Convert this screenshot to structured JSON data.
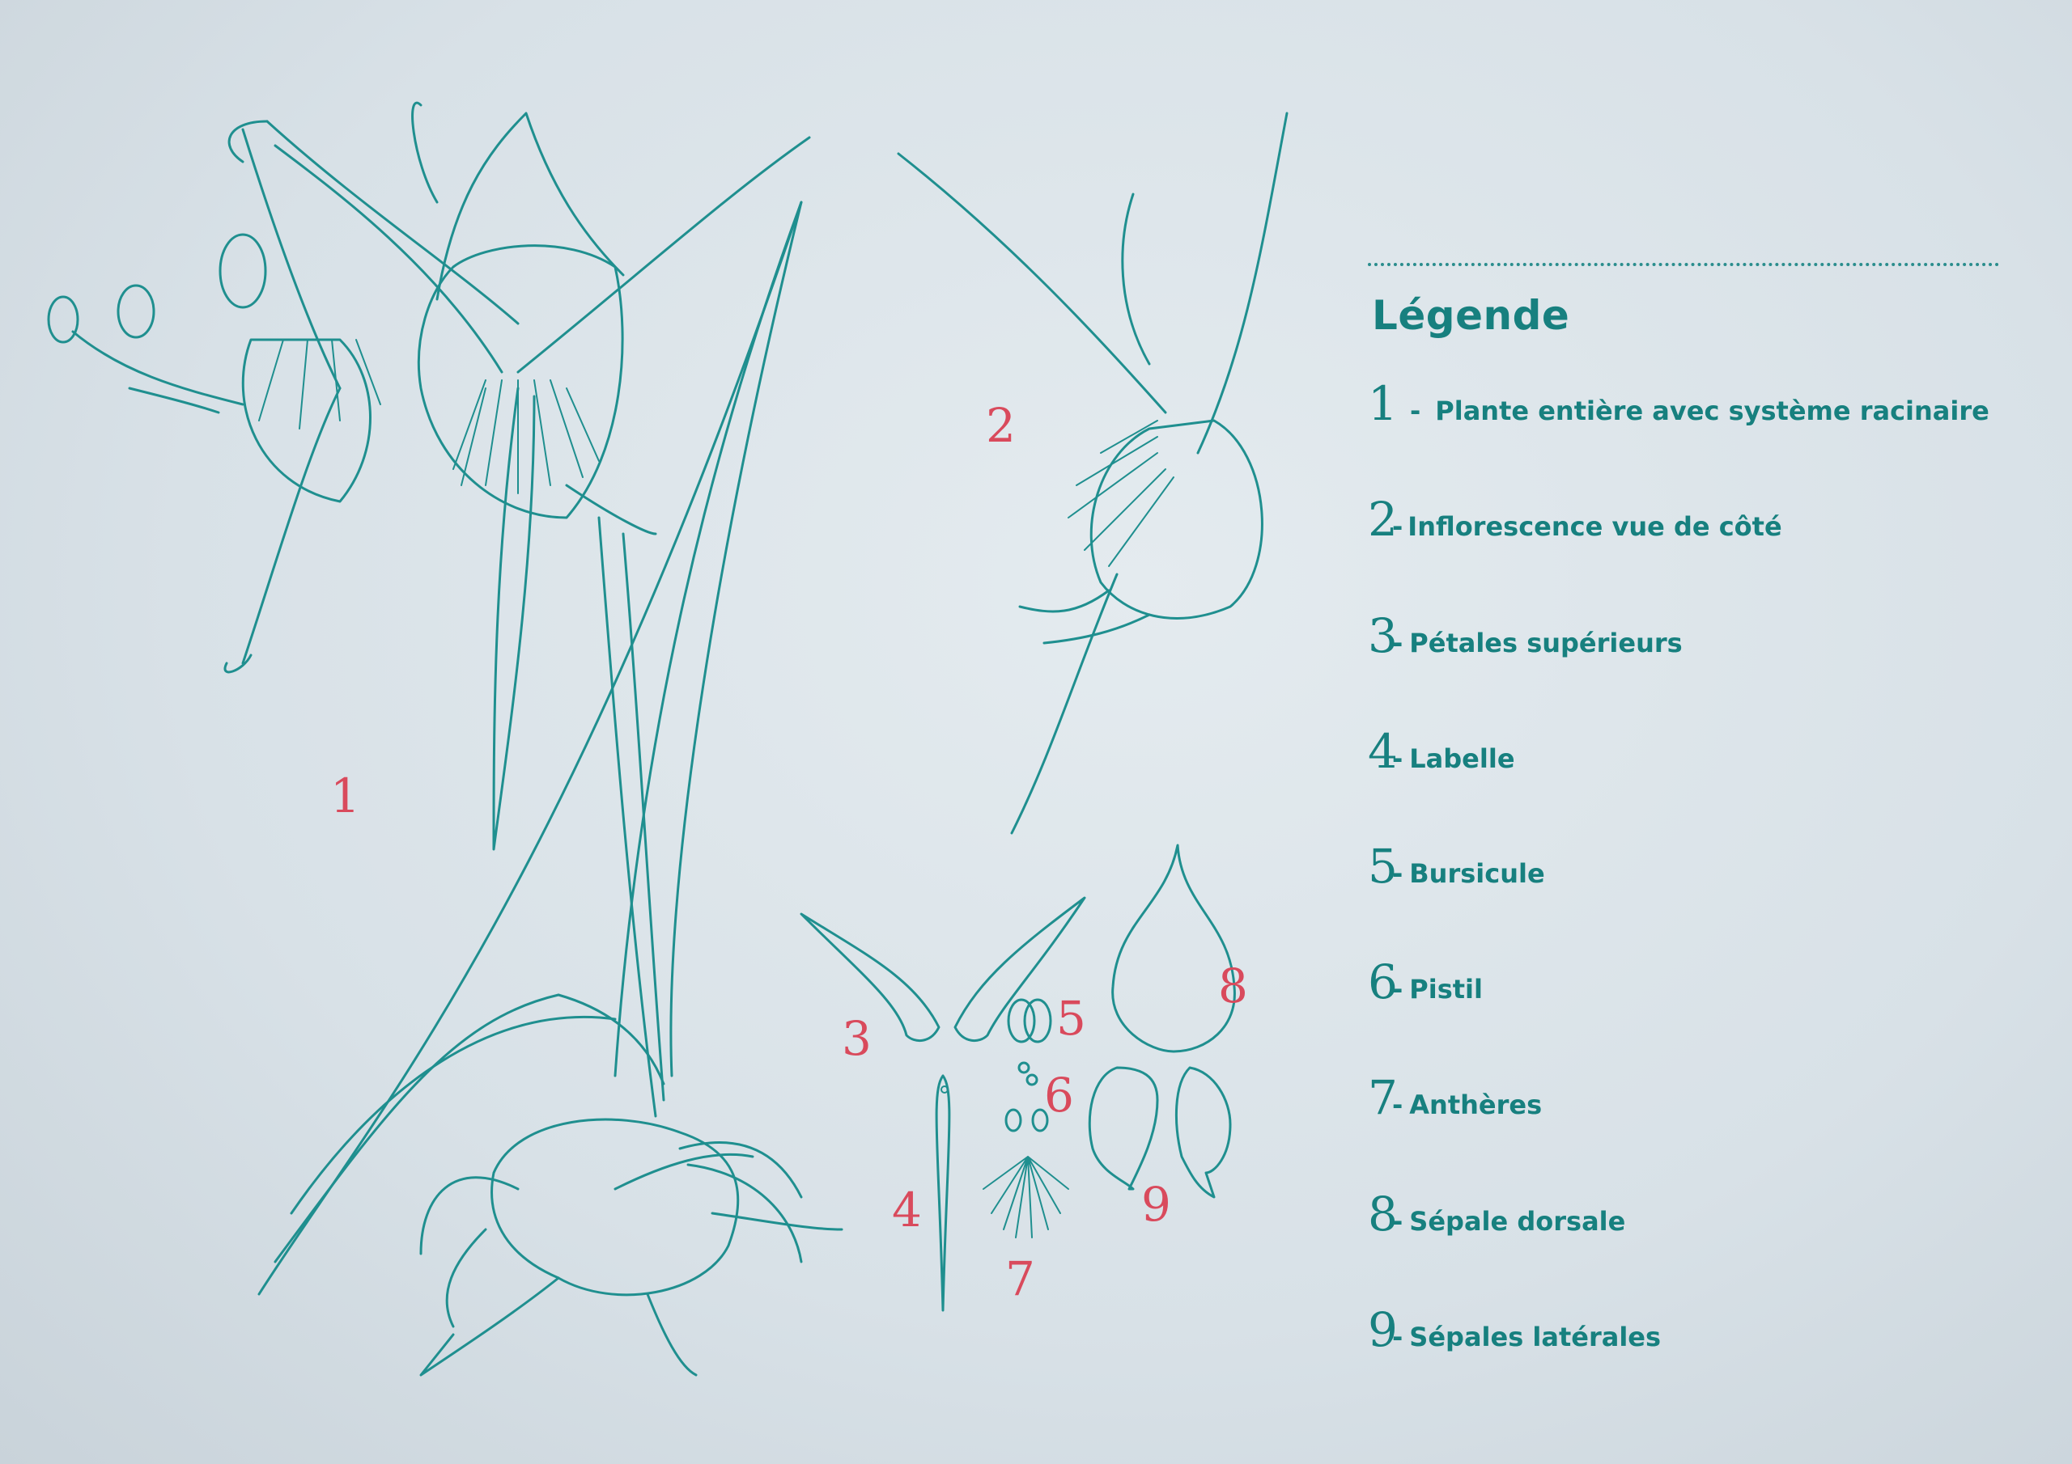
{
  "plate_numbers": [
    "1",
    "2",
    "3",
    "4",
    "5",
    "6",
    "7",
    "8",
    "9"
  ],
  "legend": {
    "title": "Légende",
    "items": [
      {
        "num": "1",
        "sep": " -",
        "text": "Plante entière avec système racinaire"
      },
      {
        "num": "2",
        "sep": "-",
        "text": "Inflorescence vue de côté"
      },
      {
        "num": "3",
        "sep": " -",
        "text": "Pétales supérieurs"
      },
      {
        "num": "4",
        "sep": " -",
        "text": "Labelle"
      },
      {
        "num": "5",
        "sep": " -",
        "text": "Bursicule"
      },
      {
        "num": "6",
        "sep": " -",
        "text": "Pistil"
      },
      {
        "num": "7",
        "sep": " -",
        "text": "Anthères"
      },
      {
        "num": "8",
        "sep": " -",
        "text": "Sépale dorsale"
      },
      {
        "num": "9",
        "sep": " -",
        "text": "Sépales latérales"
      }
    ]
  },
  "colors": {
    "ink": "#1f8f8f",
    "numbers": "#d94a5c",
    "paper": "#dde5ea"
  }
}
